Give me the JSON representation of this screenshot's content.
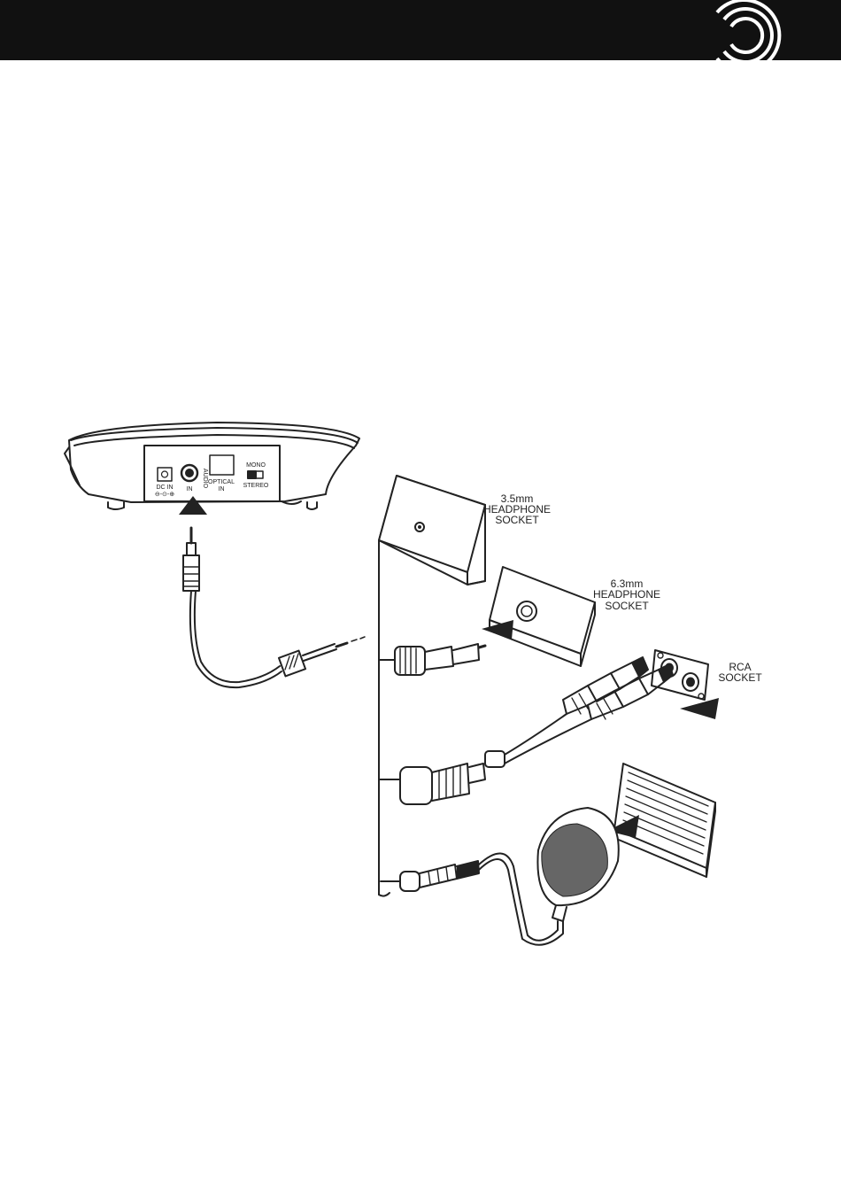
{
  "labels": {
    "jack35_line1": "3.5mm",
    "jack35_line2": "HEADPHONE",
    "jack35_line3": "SOCKET",
    "jack63_line1": "6.3mm",
    "jack63_line2": "HEADPHONE",
    "jack63_line3": "SOCKET",
    "rca_line1": "RCA",
    "rca_line2": "SOCKET"
  },
  "panel": {
    "dc_in": "DC IN",
    "audio": "AUDIO",
    "in": "IN",
    "optical": "OPTICAL",
    "optical_in": "IN",
    "mono": "MONO",
    "stereo": "STEREO"
  },
  "colors": {
    "header": "#111111",
    "line": "#222222"
  }
}
